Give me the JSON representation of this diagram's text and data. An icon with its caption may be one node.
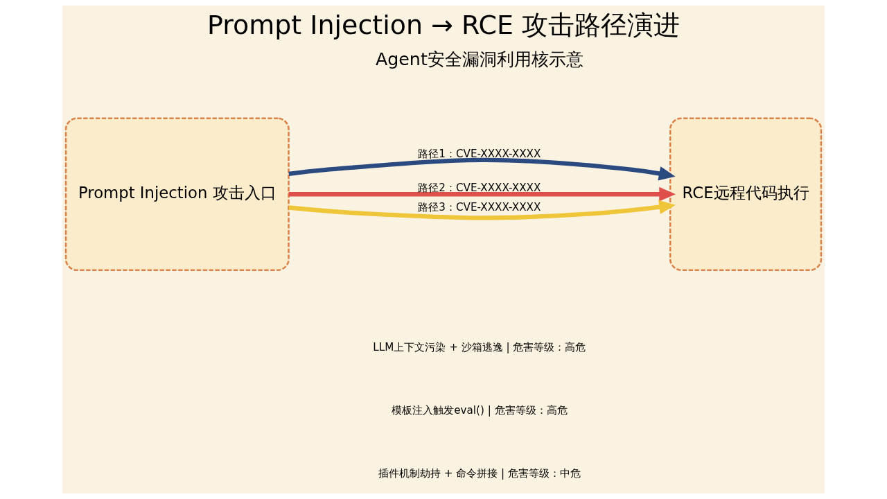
{
  "diagram": {
    "title": "Prompt Injection → RCE 攻击路径演进",
    "caption": "Agent安全漏洞利用核示意",
    "nodes": [
      {
        "text": [
          "Prompt Injection 攻击入口"
        ]
      },
      {
        "text": [
          "RCE远程代码执行"
        ]
      }
    ],
    "edges": [
      {
        "from": 0,
        "to": 1,
        "arrow": "to",
        "label": "路径1：CVE-XXXX-XXXX",
        "color": "#2b4a80"
      },
      {
        "from": 0,
        "to": 1,
        "arrow": "to",
        "label": "路径2：CVE-XXXX-XXXX",
        "color": "#e0504a"
      },
      {
        "from": 0,
        "to": 1,
        "arrow": "to",
        "label": "路径3：CVE-XXXX-XXXX",
        "color": "#efc53a"
      }
    ],
    "labels": [
      "LLM上下文污染 + 沙箱逃逸 | 危害等级：高危",
      "模板注入触发eval() | 危害等级：高危",
      "插件机制劫持 + 命令拼接 | 危害等级：中危"
    ]
  }
}
